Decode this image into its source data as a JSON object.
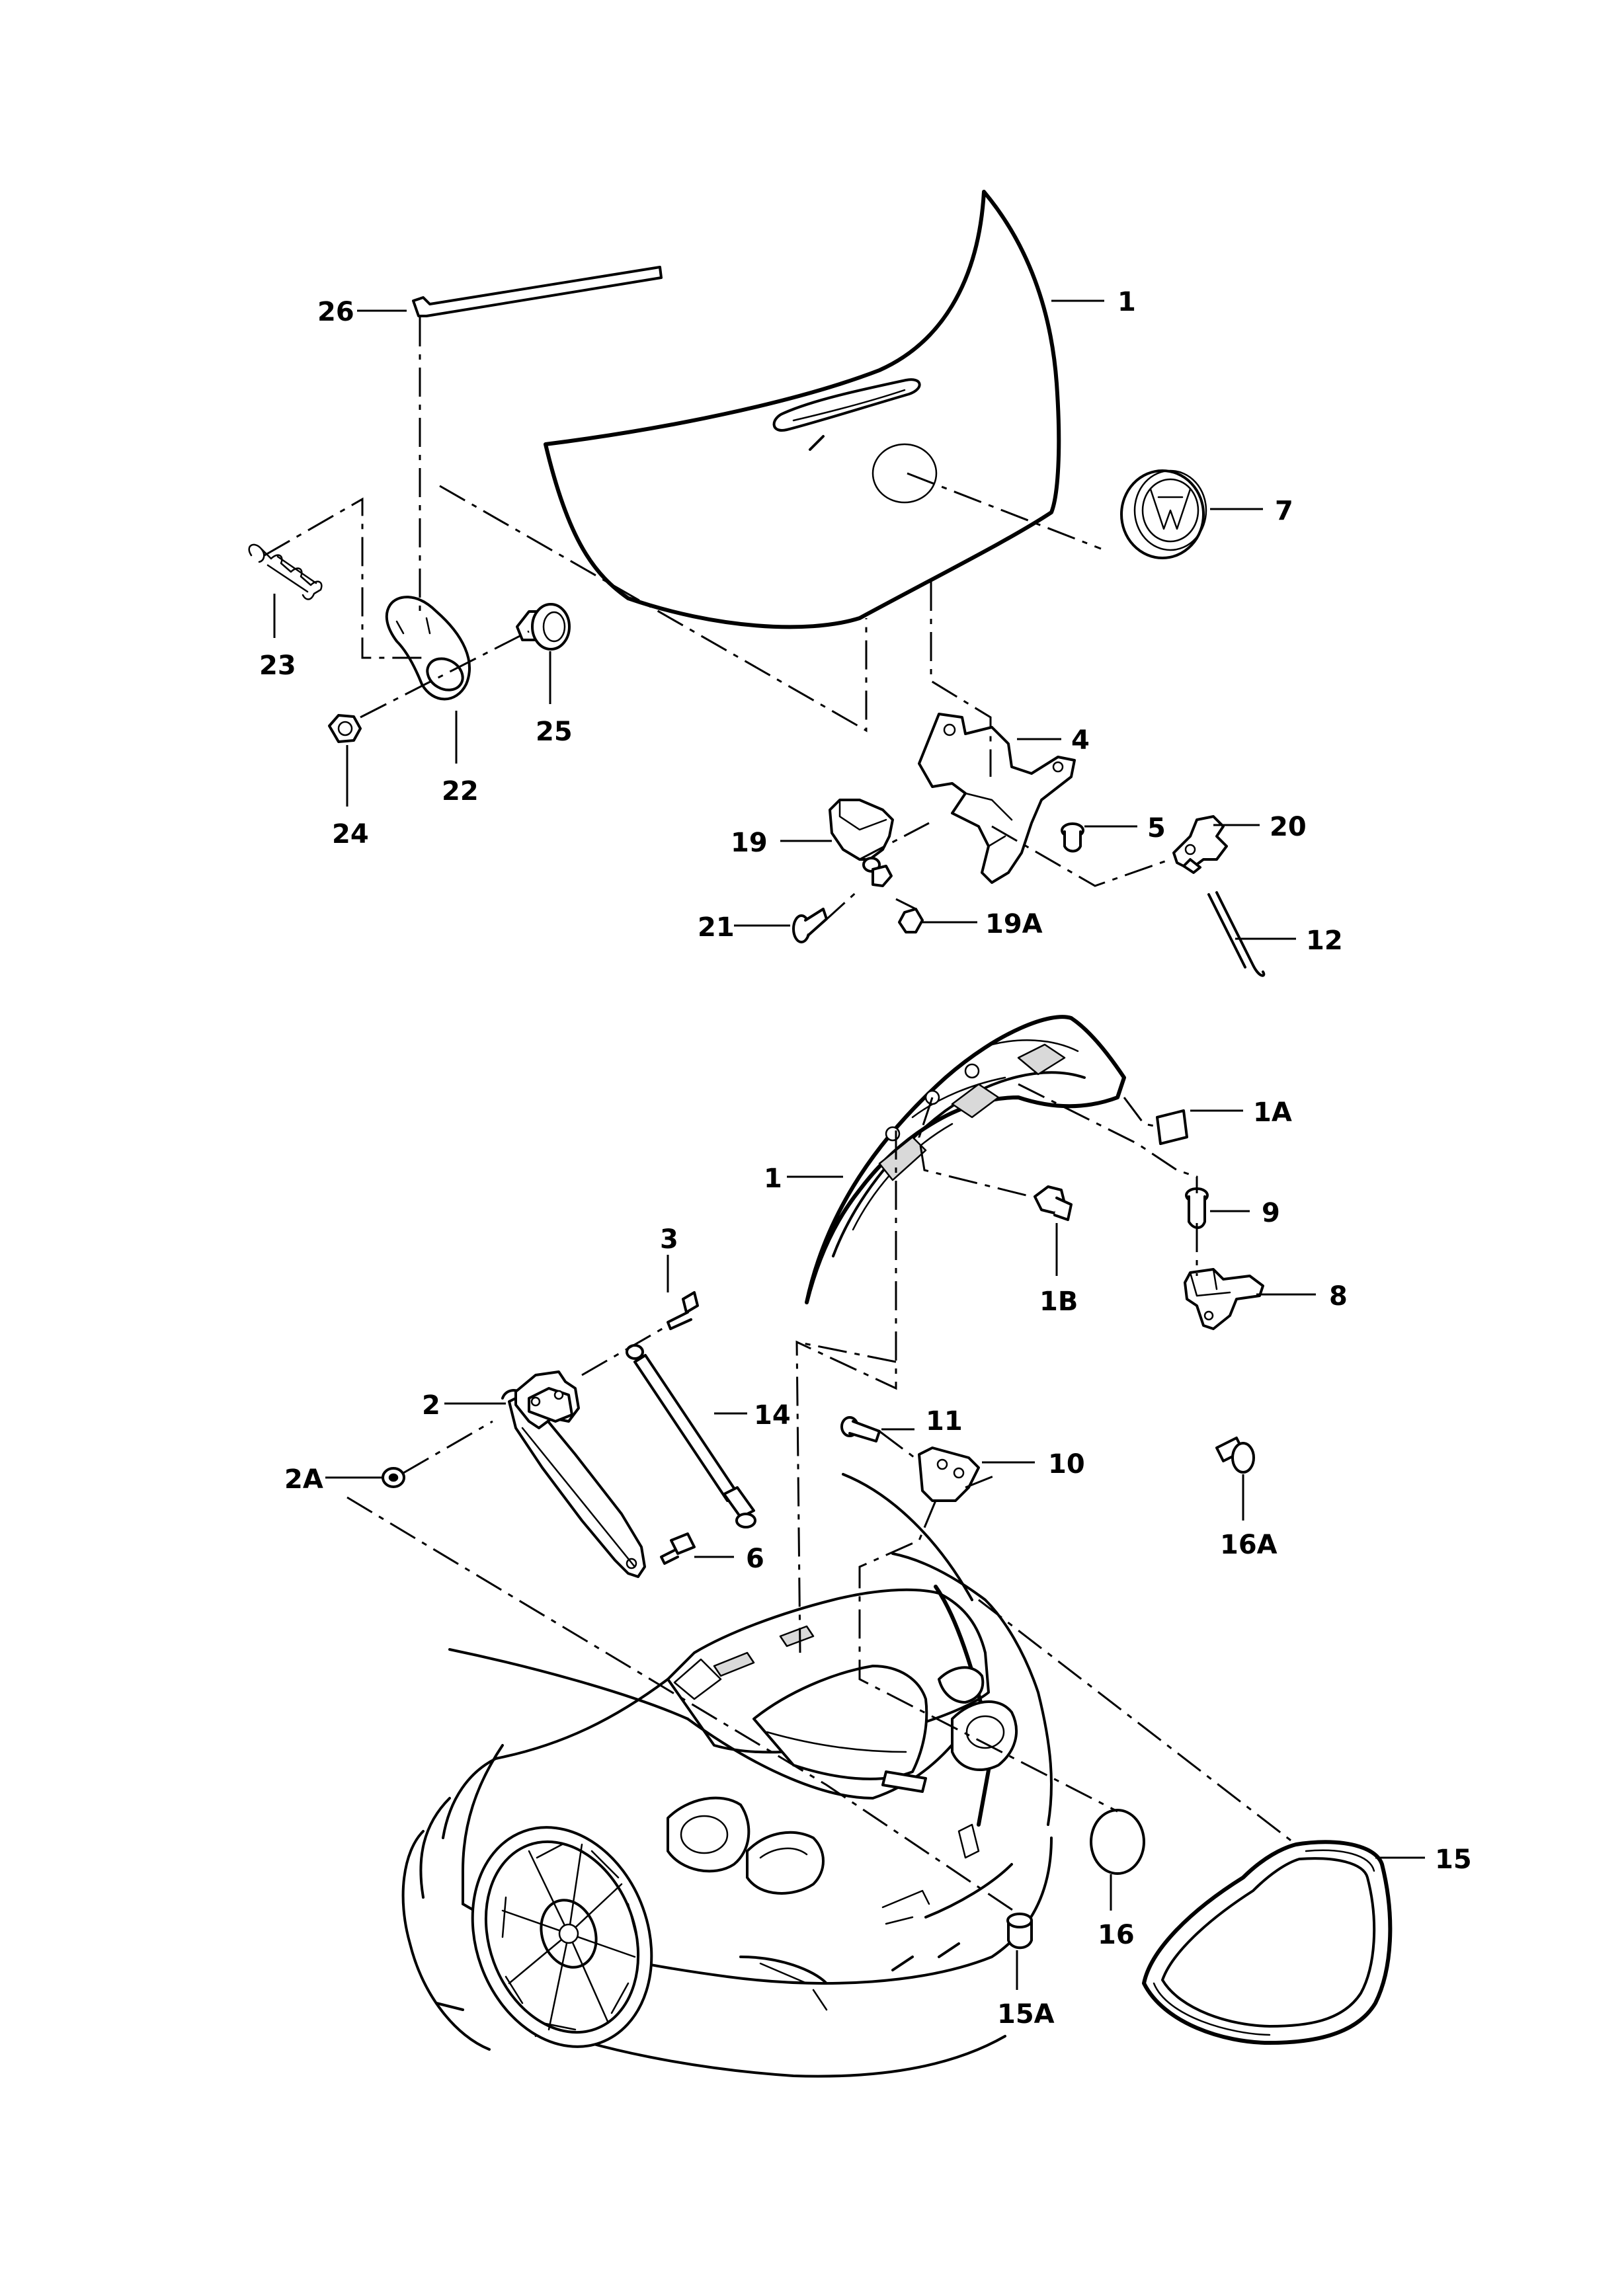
{
  "diagram": {
    "callouts": [
      {
        "id": "1"
      },
      {
        "id": "1A"
      },
      {
        "id": "1B"
      },
      {
        "id": "2"
      },
      {
        "id": "2A"
      },
      {
        "id": "3"
      },
      {
        "id": "4"
      },
      {
        "id": "5"
      },
      {
        "id": "6"
      },
      {
        "id": "7"
      },
      {
        "id": "8"
      },
      {
        "id": "9"
      },
      {
        "id": "10"
      },
      {
        "id": "11"
      },
      {
        "id": "12"
      },
      {
        "id": "14"
      },
      {
        "id": "15"
      },
      {
        "id": "15A"
      },
      {
        "id": "16"
      },
      {
        "id": "16A"
      },
      {
        "id": "19"
      },
      {
        "id": "19A"
      },
      {
        "id": "20"
      },
      {
        "id": "21"
      },
      {
        "id": "22"
      },
      {
        "id": "23"
      },
      {
        "id": "24"
      },
      {
        "id": "25"
      },
      {
        "id": "26"
      }
    ]
  }
}
